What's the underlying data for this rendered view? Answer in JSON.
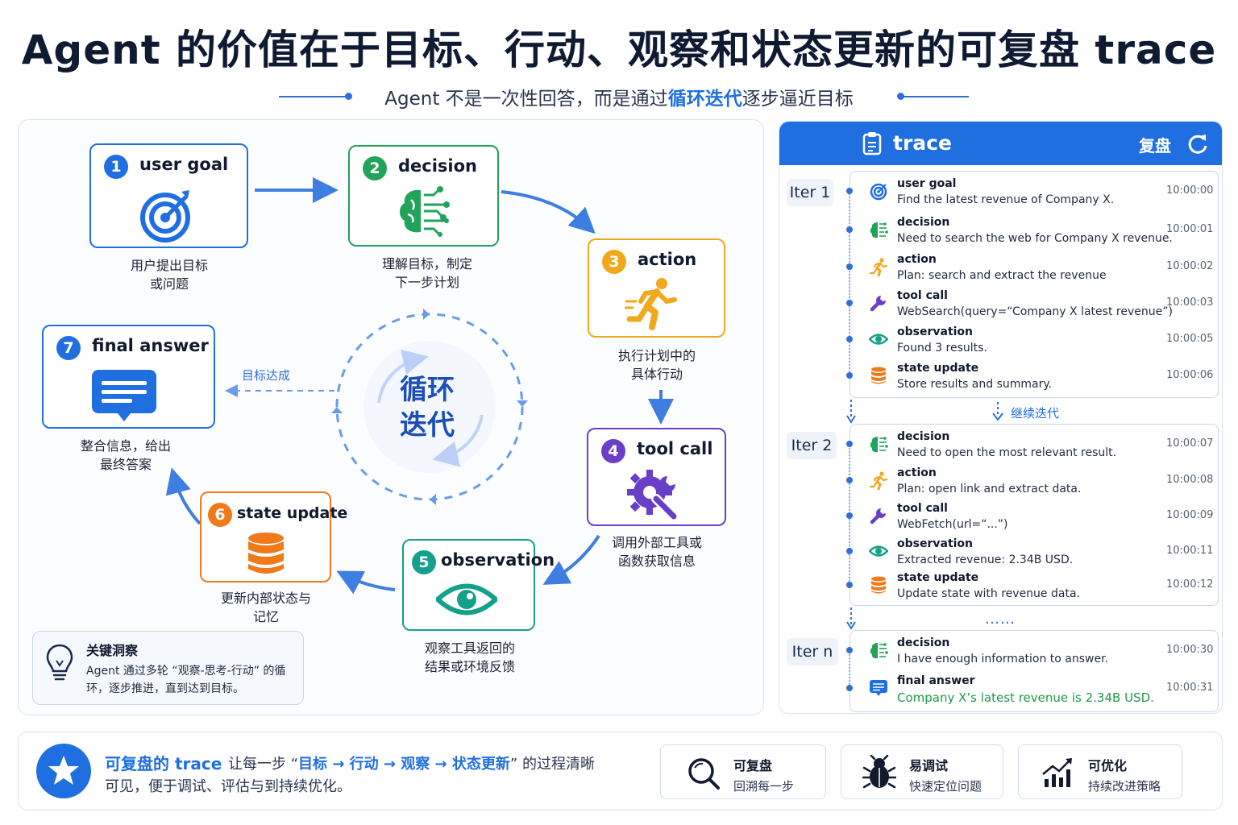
{
  "title": "Agent 的价值在于目标、行动、观察和状态更新的可复盘 trace",
  "subtitle": {
    "prefix": "Agent 不是一次性回答，而是通过",
    "highlight": "循环迭代",
    "suffix": "逐步逼近目标"
  },
  "cycle": {
    "center_label": "循环迭代",
    "goal_reached_label": "目标达成",
    "nodes": [
      {
        "num": "1",
        "title": "user goal",
        "caption": "用户提出目标\n或问题",
        "color": "#1f6fe0",
        "icon": "target-icon"
      },
      {
        "num": "2",
        "title": "decision",
        "caption": "理解目标，制定\n下一步计划",
        "color": "#22a35a",
        "icon": "brain-icon"
      },
      {
        "num": "3",
        "title": "action",
        "caption": "执行计划中的\n具体行动",
        "color": "#f2a81d",
        "icon": "running-person-icon"
      },
      {
        "num": "4",
        "title": "tool call",
        "caption": "调用外部工具或\n函数获取信息",
        "color": "#6a3fc8",
        "icon": "gear-wrench-icon"
      },
      {
        "num": "5",
        "title": "observation",
        "caption": "观察工具返回的\n结果或环境反馈",
        "color": "#14a08a",
        "icon": "eye-icon"
      },
      {
        "num": "6",
        "title": "state update",
        "caption": "更新内部状态与\n记忆",
        "color": "#f07a1a",
        "icon": "database-icon"
      },
      {
        "num": "7",
        "title": "final answer",
        "caption": "整合信息，给出\n最终答案",
        "color": "#1f6fe0",
        "icon": "message-icon"
      }
    ]
  },
  "insight": {
    "title": "关键洞察",
    "text": "Agent 通过多轮 “观察-思考-行动” 的循环，逐步推进，直到达到目标。",
    "icon": "lightbulb-icon"
  },
  "trace": {
    "title": "trace",
    "replay_label": "复盘",
    "continue_label": "继续迭代",
    "ellipsis": "……",
    "iterations": [
      {
        "label": "Iter 1",
        "events": [
          {
            "name": "user goal",
            "desc": "Find the latest revenue of Company X.",
            "time": "10:00:00",
            "icon": "target-icon"
          },
          {
            "name": "decision",
            "desc": "Need to search the web for Company X revenue.",
            "time": "10:00:01",
            "icon": "brain-icon"
          },
          {
            "name": "action",
            "desc": "Plan: search and extract the revenue",
            "time": "10:00:02",
            "icon": "running-person-icon"
          },
          {
            "name": "tool call",
            "desc": "WebSearch(query=“Company X latest revenue”)",
            "time": "10:00:03",
            "icon": "wrench-icon"
          },
          {
            "name": "observation",
            "desc": "Found 3 results.",
            "time": "10:00:05",
            "icon": "eye-icon"
          },
          {
            "name": "state update",
            "desc": "Store results and summary.",
            "time": "10:00:06",
            "icon": "database-icon"
          }
        ]
      },
      {
        "label": "Iter 2",
        "events": [
          {
            "name": "decision",
            "desc": "Need to open the most relevant result.",
            "time": "10:00:07",
            "icon": "brain-icon"
          },
          {
            "name": "action",
            "desc": "Plan: open link and extract data.",
            "time": "10:00:08",
            "icon": "running-person-icon"
          },
          {
            "name": "tool call",
            "desc": "WebFetch(url=“...”)",
            "time": "10:00:09",
            "icon": "wrench-icon"
          },
          {
            "name": "observation",
            "desc": "Extracted revenue: 2.34B USD.",
            "time": "10:00:11",
            "icon": "eye-icon"
          },
          {
            "name": "state update",
            "desc": "Update state with revenue data.",
            "time": "10:00:12",
            "icon": "database-icon"
          }
        ]
      },
      {
        "label": "Iter n",
        "events": [
          {
            "name": "decision",
            "desc": "I have enough information to answer.",
            "time": "10:00:30",
            "icon": "brain-icon"
          },
          {
            "name": "final answer",
            "desc": "Company X’s latest revenue is 2.34B USD.",
            "time": "10:00:31",
            "icon": "message-icon",
            "desc_color": "#1f9a4a"
          }
        ]
      }
    ]
  },
  "footer": {
    "lead": "可复盘的 trace",
    "line1_prefix": "让每一步 “",
    "line1_steps": "目标 → 行动 → 观察 → 状态更新",
    "line1_suffix": "” 的过程清晰",
    "line2": "可见，便于调试、评估与到持续优化。",
    "features": [
      {
        "title": "可复盘",
        "desc": "回溯每一步",
        "icon": "magnifier-icon"
      },
      {
        "title": "易调试",
        "desc": "快速定位问题",
        "icon": "bug-icon"
      },
      {
        "title": "可优化",
        "desc": "持续改进策略",
        "icon": "chart-up-icon"
      }
    ]
  },
  "colors": {
    "primary": "#1f6fe0",
    "green": "#22a35a",
    "amber": "#f2a81d",
    "purple": "#6a3fc8",
    "teal": "#14a08a",
    "orange": "#f07a1a"
  }
}
